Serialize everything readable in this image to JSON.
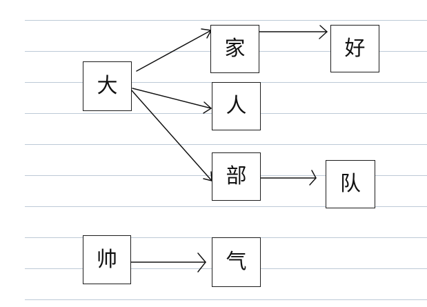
{
  "characters": {
    "da": "大",
    "jia": "家",
    "hao": "好",
    "ren": "人",
    "bu": "部",
    "dui": "队",
    "shuai": "帅",
    "qi": "气"
  }
}
